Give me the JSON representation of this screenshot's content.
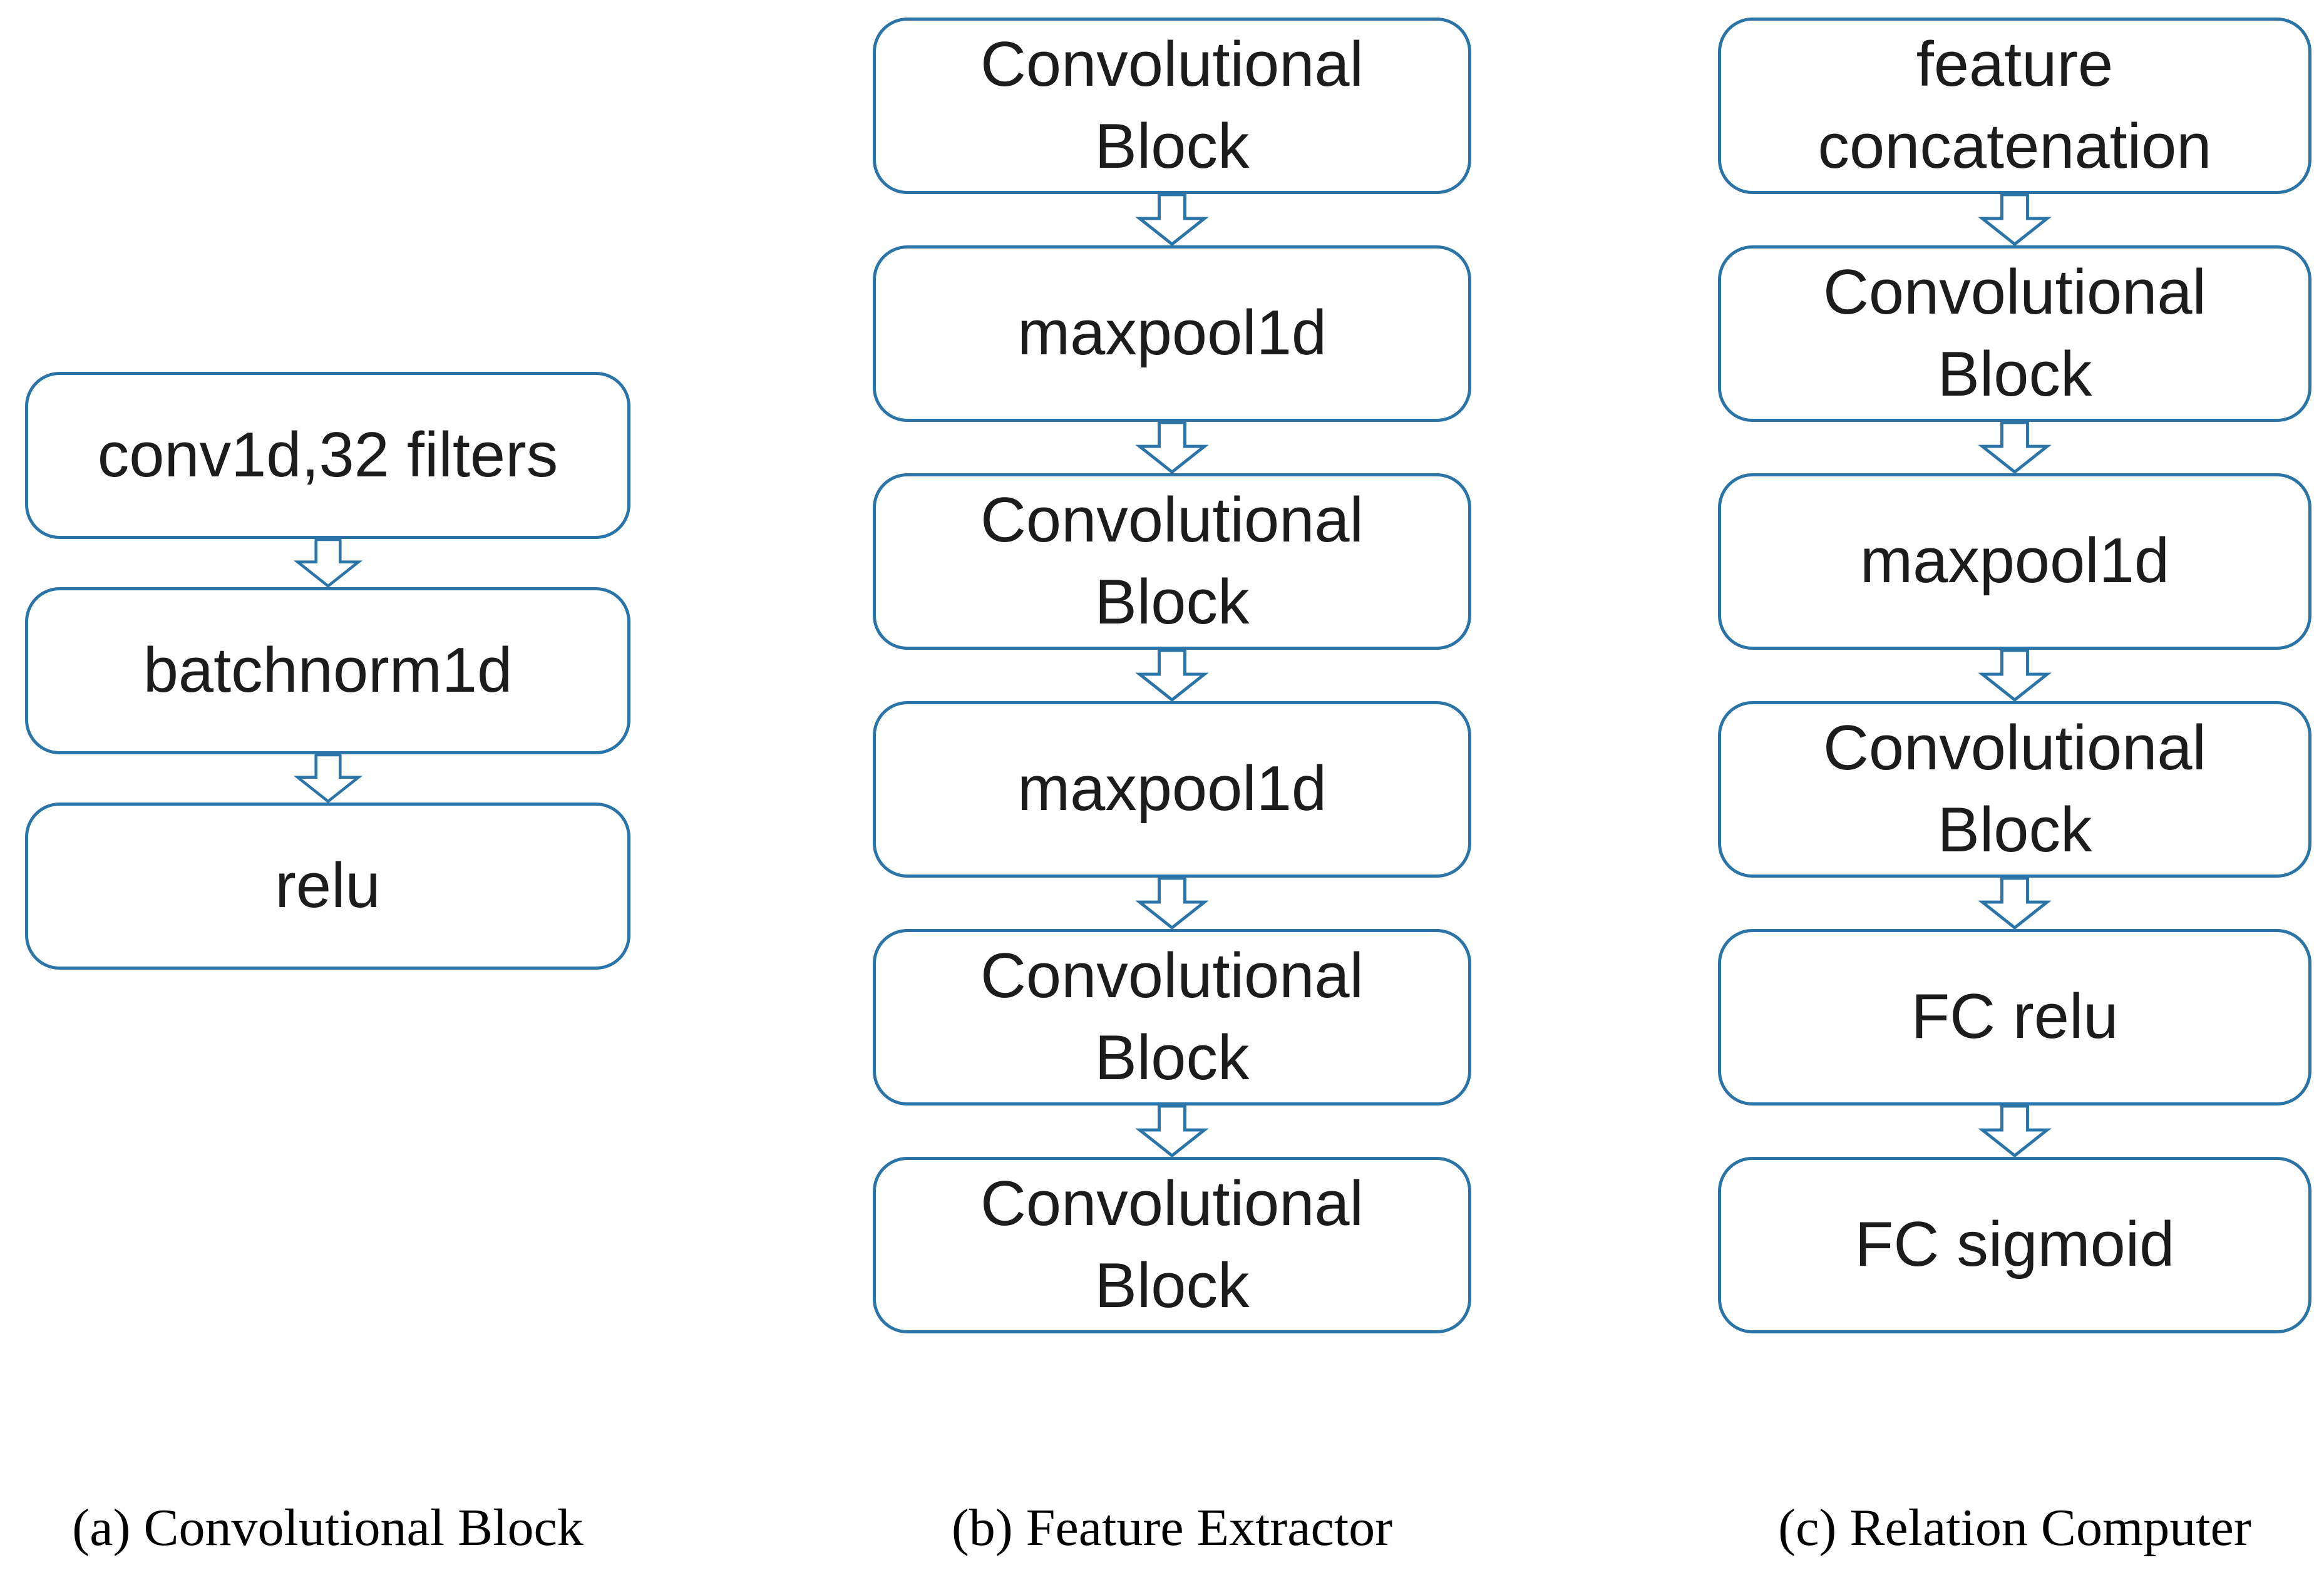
{
  "figure": {
    "colors": {
      "box_border": "#2b74a8",
      "box_fill": "#ffffff",
      "box_text": "#1c1c1c",
      "arrow_stroke": "#2b74a8",
      "arrow_fill": "#ffffff",
      "caption_text": "#000000",
      "background": "#ffffff"
    },
    "columns": [
      {
        "id": "a",
        "caption": "(a) Convolutional Block",
        "boxes": [
          "conv1d,32 filters",
          "batchnorm1d",
          "relu"
        ]
      },
      {
        "id": "b",
        "caption": "(b) Feature Extractor",
        "boxes": [
          "Convolutional Block",
          "maxpool1d",
          "Convolutional Block",
          "maxpool1d",
          "Convolutional Block",
          "Convolutional Block"
        ]
      },
      {
        "id": "c",
        "caption": "(c) Relation Computer",
        "boxes": [
          "feature concatenation",
          "Convolutional Block",
          "maxpool1d",
          "Convolutional Block",
          "FC relu",
          "FC sigmoid"
        ]
      }
    ]
  }
}
